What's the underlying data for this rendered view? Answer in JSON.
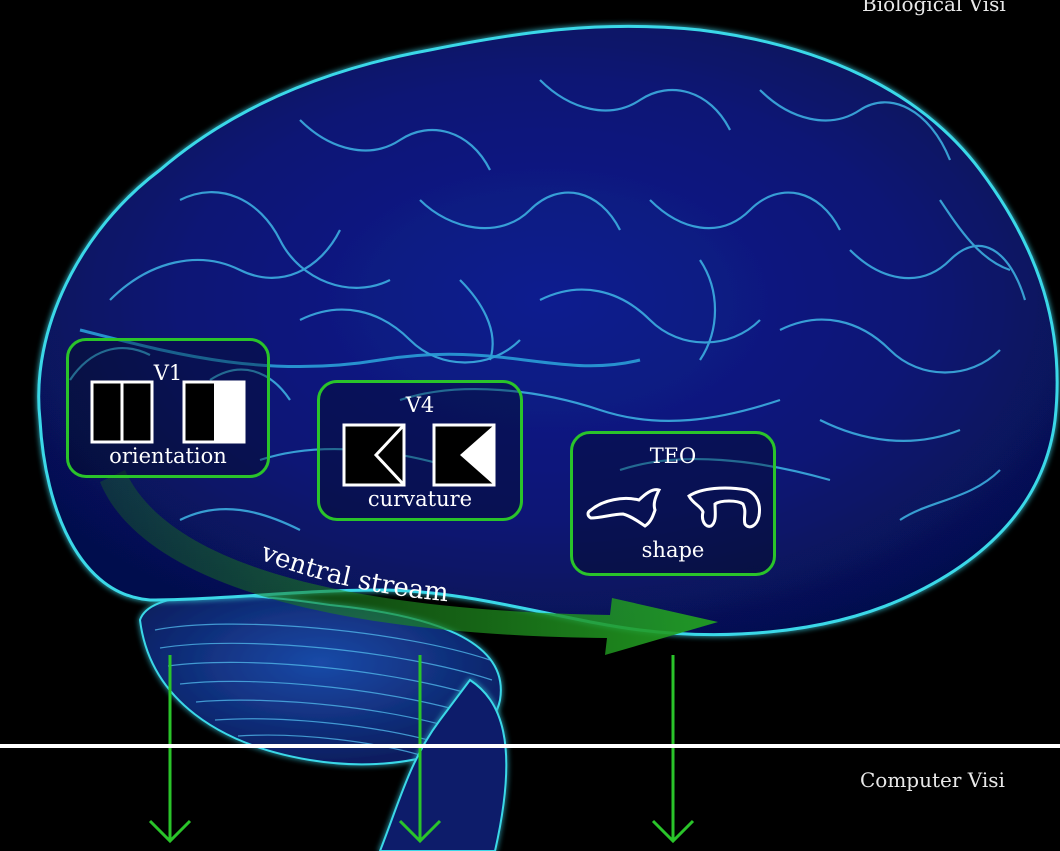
{
  "labels": {
    "biological_vision": "Biological Visi",
    "computer_vision": "Computer Visi",
    "stream": "ventral stream"
  },
  "areas": [
    {
      "name": "V1",
      "feature": "orientation"
    },
    {
      "name": "V4",
      "feature": "curvature"
    },
    {
      "name": "TEO",
      "feature": "shape"
    }
  ],
  "colors": {
    "background": "#000000",
    "frame": "#2ac42a",
    "arrow": "#2ac42a",
    "stream_arrow": "#1e8a1e",
    "brain_edge": "#3bd8e8",
    "brain_fill": "#0a1a7a",
    "divider": "#ffffff"
  },
  "icons": [
    "vertical-bars-icon",
    "half-filled-square-icon",
    "open-corner-icon",
    "filled-corner-icon",
    "curvy-shape-icon",
    "hook-shape-icon",
    "down-arrow-icon"
  ]
}
